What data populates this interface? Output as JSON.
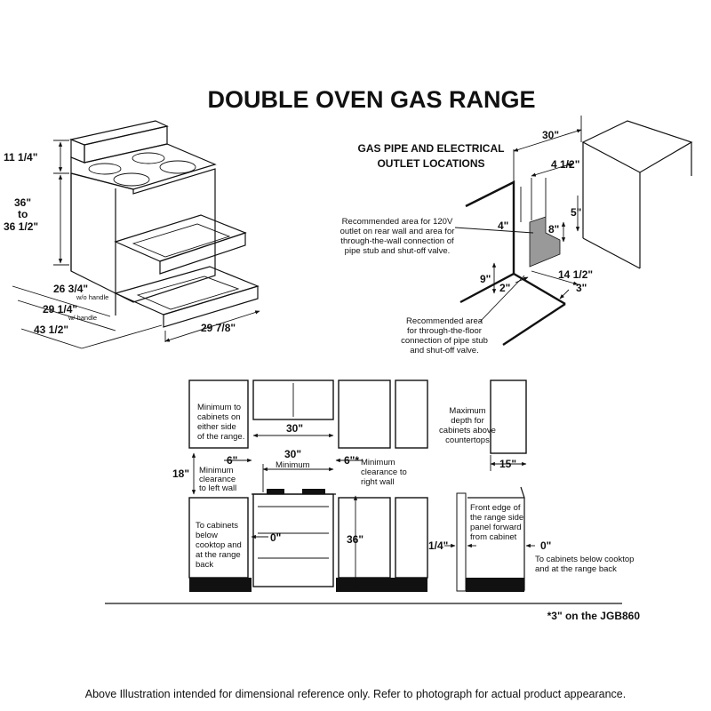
{
  "title": "DOUBLE OVEN GAS RANGE",
  "range_view": {
    "height_top": "11 1/4\"",
    "height_main_1": "36\"",
    "height_main_2": "to",
    "height_main_3": "36 1/2\"",
    "depth_no_handle": "26 3/4\"",
    "depth_no_handle_note": "w/o handle",
    "depth_with_handle": "29 1/4\"",
    "depth_with_handle_note": "w/ handle",
    "depth_open": "43 1/2\"",
    "width": "29 7/8\""
  },
  "pipe_view": {
    "title_line1": "GAS PIPE AND ELECTRICAL",
    "title_line2": "OUTLET LOCATIONS",
    "dim_width": "30\"",
    "dim_offset": "4 1/2\"",
    "dim_4": "4\"",
    "dim_5": "5\"",
    "dim_8": "8\"",
    "dim_9": "9\"",
    "dim_2": "2\"",
    "dim_14": "14 1/2\"",
    "dim_3": "3\"",
    "note_wall": [
      "Recommended area for 120V",
      "outlet on rear wall and area for",
      "through-the-wall connection of",
      "pipe stub and shut-off valve."
    ],
    "note_floor": [
      "Recommended area",
      "for through-the-floor",
      "connection of pipe stub",
      "and shut-off valve."
    ]
  },
  "install_view": {
    "note_min_cabinets": [
      "Minimum to",
      "cabinets on",
      "either side",
      "of the range."
    ],
    "dim_30_upper": "30\"",
    "dim_30_min": "30\"",
    "dim_30_min_label": "Minimum",
    "dim_6_left": "6\"",
    "dim_6_right": "6\"*",
    "dim_18": "18\"",
    "note_left_wall": [
      "Minimum",
      "clearance",
      "to left wall"
    ],
    "note_right_wall": [
      "Minimum",
      "clearance to",
      "right wall"
    ],
    "note_below": [
      "To cabinets",
      "below",
      "cooktop and",
      "at the range",
      "back"
    ],
    "dim_0": "0\"",
    "dim_36": "36\""
  },
  "side_view": {
    "note_depth": [
      "Maximum",
      "depth for",
      "cabinets above",
      "countertops"
    ],
    "dim_15": "15\"",
    "note_front": [
      "Front edge of",
      "the range side",
      "panel forward",
      "from cabinet"
    ],
    "dim_quarter": "1/4\"",
    "dim_0": "0\"",
    "note_below": [
      "To cabinets below cooktop",
      "and at the range back"
    ]
  },
  "footnote": "*3\" on the JGB860",
  "disclaimer": "Above Illustration intended for dimensional reference only. Refer to photograph for actual product appearance."
}
